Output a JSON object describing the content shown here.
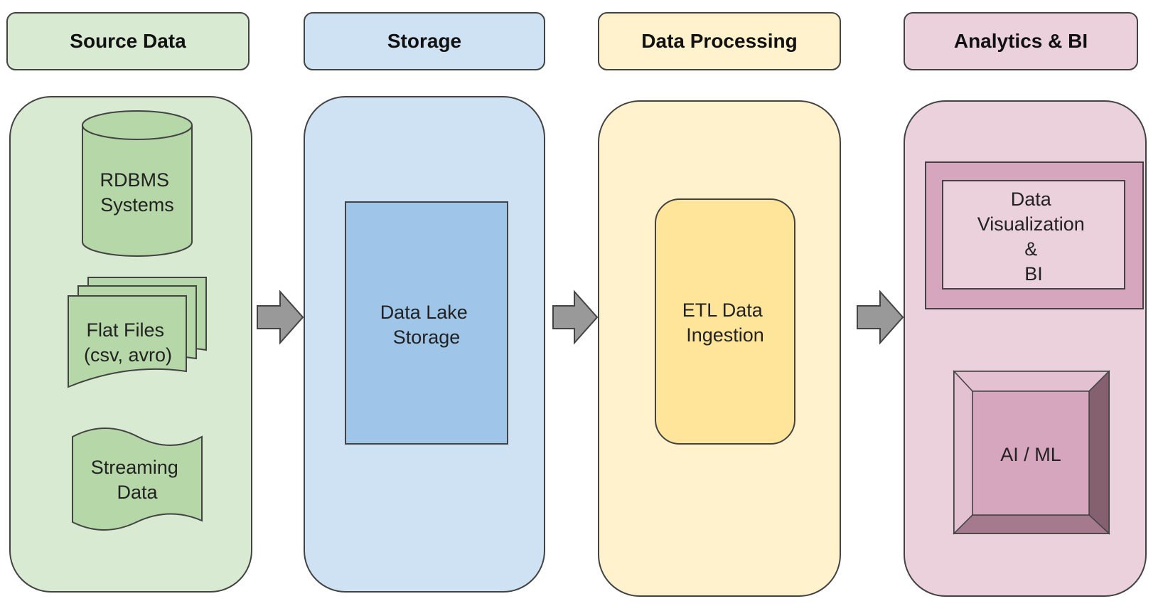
{
  "columns": [
    {
      "header": "Source Data"
    },
    {
      "header": "Storage"
    },
    {
      "header": "Data Processing"
    },
    {
      "header": "Analytics & BI"
    }
  ],
  "source": {
    "rdbms": [
      "RDBMS",
      "Systems"
    ],
    "flat_files": [
      "Flat Files",
      "(csv, avro)"
    ],
    "streaming": [
      "Streaming",
      "Data"
    ]
  },
  "storage": {
    "data_lake": [
      "Data Lake",
      "Storage"
    ]
  },
  "processing": {
    "etl": [
      "ETL Data",
      "Ingestion"
    ]
  },
  "analytics": {
    "visualization": [
      "Data",
      "Visualization",
      "&",
      "BI"
    ],
    "ai_ml": [
      "AI / ML"
    ]
  },
  "colors": {
    "green_light": "#d9ead3",
    "green_mid": "#b6d7a8",
    "blue_light": "#cfe2f3",
    "blue_mid": "#9fc5e8",
    "yellow_light": "#fff2cc",
    "yellow_mid": "#ffe599",
    "pink_light": "#ead1dc",
    "pink_mid": "#d5a6bd",
    "arrow": "#999999",
    "stroke": "#434343"
  }
}
